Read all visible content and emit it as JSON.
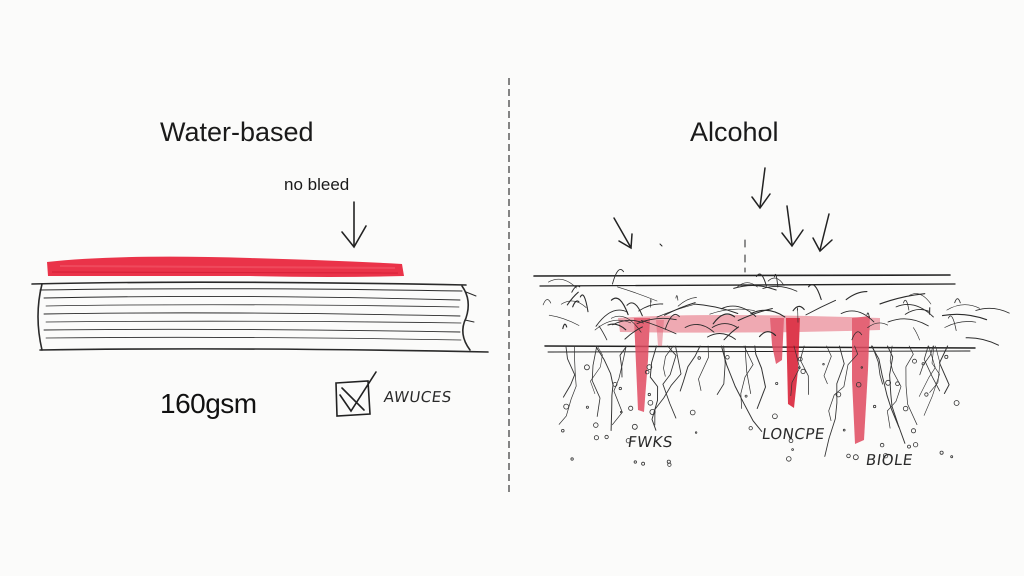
{
  "left_panel": {
    "title": "Water-based",
    "note": "no bleed",
    "paper_weight": "160gsm",
    "check_label": "AWUCES"
  },
  "right_panel": {
    "title": "Alcohol",
    "labels": [
      "FWKS",
      "LONCPE",
      "BIOLE"
    ]
  },
  "colors": {
    "ink": "#e8223a",
    "ink_bleed": "#e04a60",
    "pencil": "#222222",
    "paper": "#fbfbfa"
  }
}
